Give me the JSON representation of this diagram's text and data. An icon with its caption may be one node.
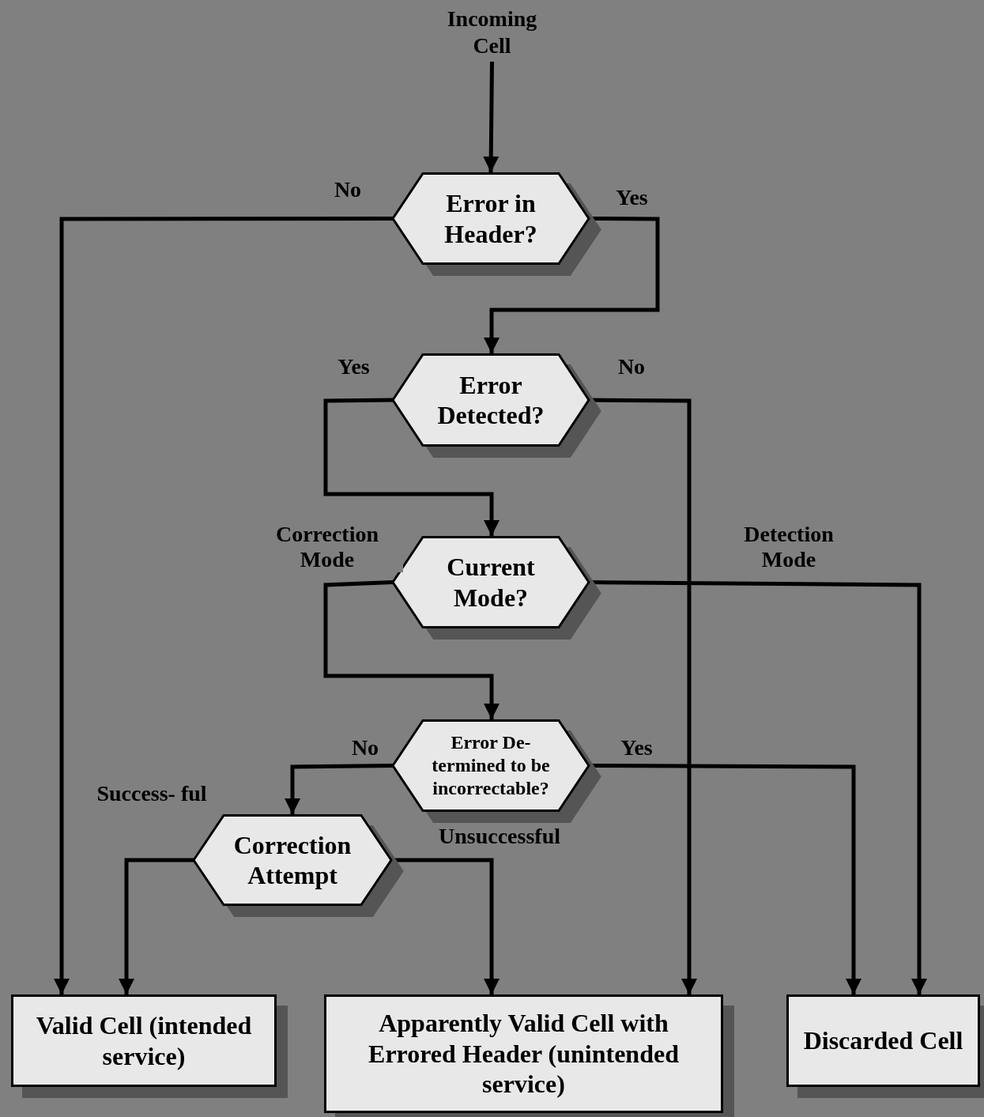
{
  "diagram": {
    "nodes": [
      {
        "text": [
          "Incoming Cell"
        ]
      },
      {
        "text": [
          "Error in Header?"
        ]
      },
      {
        "text": [
          "Error Detected?"
        ]
      },
      {
        "text": [
          "Current Mode?"
        ]
      },
      {
        "text": [
          "Error De- termined to be incorrectable?"
        ]
      },
      {
        "text": [
          "Correction Attempt"
        ]
      },
      {
        "text": [
          "Valid Cell (intended service)"
        ]
      },
      {
        "text": [
          "Apparently Valid Cell with Errored Header (unintended service)"
        ]
      },
      {
        "text": [
          "Discarded Cell"
        ]
      }
    ],
    "edges": [
      {
        "from": 0,
        "to": 1,
        "arrow": "to"
      },
      {
        "from": 1,
        "to": 6,
        "arrow": "to",
        "label": "No"
      },
      {
        "from": 1,
        "to": 2,
        "arrow": "to",
        "label": "Yes"
      },
      {
        "from": 2,
        "to": 3,
        "arrow": "to",
        "label": "Yes"
      },
      {
        "from": 2,
        "to": 7,
        "arrow": "to",
        "label": "No"
      },
      {
        "from": 3,
        "to": 4,
        "arrow": "to",
        "label": "Correction Mode"
      },
      {
        "from": 3,
        "to": 8,
        "arrow": "to",
        "label": "Detection Mode"
      },
      {
        "from": 4,
        "to": 5,
        "arrow": "to",
        "label": "No"
      },
      {
        "from": 4,
        "to": 8,
        "arrow": "to",
        "label": "Yes"
      },
      {
        "from": 5,
        "to": 6,
        "arrow": "to",
        "label": "Success- ful"
      },
      {
        "from": 5,
        "to": 7,
        "arrow": "to",
        "label": "Unsuccessful"
      }
    ]
  }
}
